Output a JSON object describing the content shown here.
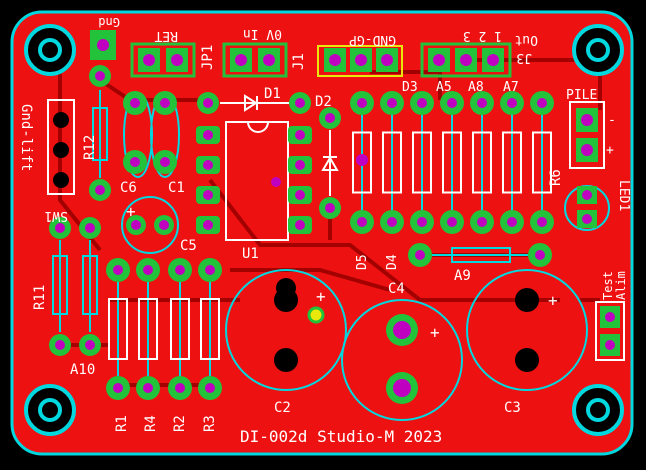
{
  "colors": {
    "background": "#000000",
    "copper": "#ee1111",
    "copper_dark": "#a30000",
    "pad": "#22c33a",
    "drill": "#c000c0",
    "silkscreen": "#ffffff",
    "outline": "#00d8e0",
    "keepout": "#e8e80a"
  },
  "labels": {
    "gnd_top": "Gnd",
    "jp1_pins": "RET",
    "jp1": "JP1",
    "j1_pins": "0V  In",
    "j1": "J1",
    "j2_pins": "GND-GP",
    "j3_pins": "1   2   3",
    "j3": "J3",
    "out": "Out",
    "gnd_lift": "Gnd-lift",
    "sw1": "SW1",
    "r12": "R12",
    "c6": "C6",
    "c1": "C1",
    "d1": "D1",
    "d2": "D2",
    "d3": "D3",
    "a5": "A5",
    "a8": "A8",
    "a7": "A7",
    "pile": "PILE",
    "minus": "-",
    "plus": "+",
    "r6": "R6",
    "led1": "LED1",
    "u1": "U1",
    "c5": "C5",
    "d5": "D5",
    "d4": "D4",
    "a9": "A9",
    "c4": "C4",
    "r11": "R11",
    "a10": "A10",
    "test_alim": "Test\nAlim",
    "r1": "R1",
    "r4": "R4",
    "r2": "R2",
    "r3": "R3",
    "c2": "C2",
    "c3": "C3",
    "footer": "DI-002d Studio-M 2023"
  }
}
